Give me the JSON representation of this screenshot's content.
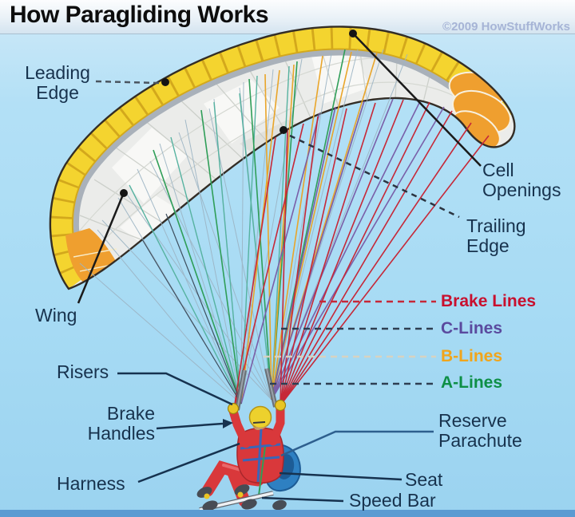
{
  "header": {
    "title": "How Paragliding Works",
    "copyright": "©2009 HowStuffWorks"
  },
  "labels": {
    "leading_edge": "Leading\nEdge",
    "cell_openings": "Cell\nOpenings",
    "trailing_edge": "Trailing\nEdge",
    "wing": "Wing",
    "risers": "Risers",
    "brake_handles": "Brake\nHandles",
    "harness": "Harness",
    "reserve_parachute": "Reserve\nParachute",
    "seat": "Seat",
    "speed_bar": "Speed Bar"
  },
  "line_legend": {
    "brake_lines": {
      "label": "Brake Lines",
      "color": "#c8102e"
    },
    "c_lines": {
      "label": "C-Lines",
      "color": "#5a4a9e"
    },
    "b_lines": {
      "label": "B-Lines",
      "color": "#f0a51c"
    },
    "a_lines": {
      "label": "A-Lines",
      "color": "#0e8f46"
    }
  },
  "colors": {
    "sky": "#a7dbf4",
    "header_band": "#e9f1f7",
    "bottom_strip": "#5b9bd2",
    "label_text": "#17324d",
    "title_text": "#0d0d0d",
    "copyright_text": "#a6b4d6",
    "canopy_yellow": "#f4d42f",
    "canopy_gray_band": "#a9b1ba",
    "canopy_body": "#ebecea",
    "wingtip_orange": "#ef9f2f",
    "pilot_suit_red": "#d9383b",
    "helmet_yellow": "#edd12d",
    "harness_blue": "#2e80c2"
  }
}
